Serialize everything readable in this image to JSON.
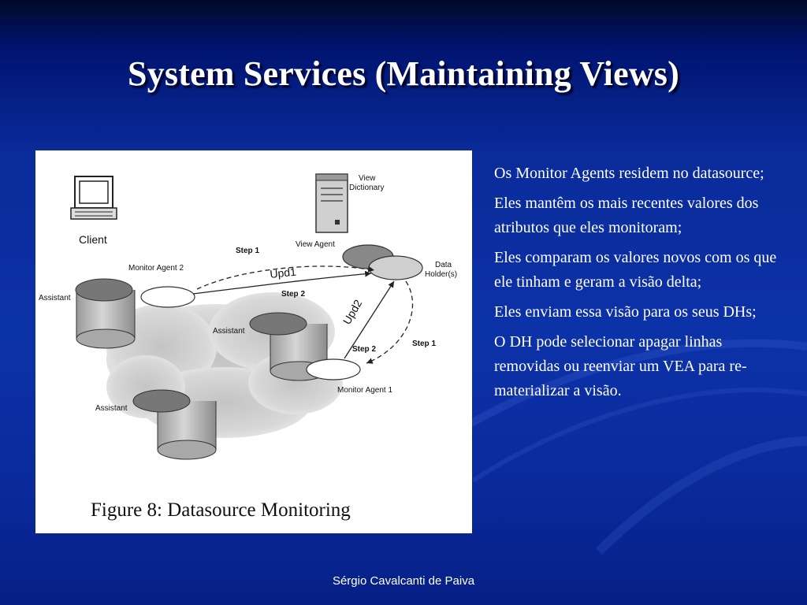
{
  "slide": {
    "title": "System Services (Maintaining Views)",
    "footer": "Sérgio Cavalcanti de Paiva"
  },
  "figure": {
    "caption": "Figure 8:  Datasource Monitoring",
    "labels": {
      "client": "Client",
      "view_dictionary_line1": "View",
      "view_dictionary_line2": "Dictionary",
      "view_agent": "View Agent",
      "data_holder_line1": "Data",
      "data_holder_line2": "Holder(s)",
      "monitor_agent_2": "Monitor Agent  2",
      "monitor_agent_1": "Monitor Agent  1",
      "assistant_left": "Assistant",
      "assistant_middle": "Assistant",
      "assistant_bottom": "Assistant",
      "step1_top": "Step 1",
      "step2_top": "Step 2",
      "step1_right": "Step 1",
      "step2_right": "Step 2",
      "upd1": "Upd1",
      "upd2": "Upd2"
    }
  },
  "bullets": [
    "Os Monitor Agents residem no datasource;",
    "Eles mantêm os mais recentes valores dos atributos que eles monitoram;",
    "Eles comparam os valores novos com os que ele tinham e geram a visão delta;",
    "Eles enviam essa visão para os seus DHs;",
    "O DH pode selecionar apagar linhas removidas ou reenviar um VEA para re-materializar a visão."
  ],
  "colors": {
    "background": "#0c32a8",
    "text": "#ffffff",
    "figure_background": "#ffffff"
  }
}
